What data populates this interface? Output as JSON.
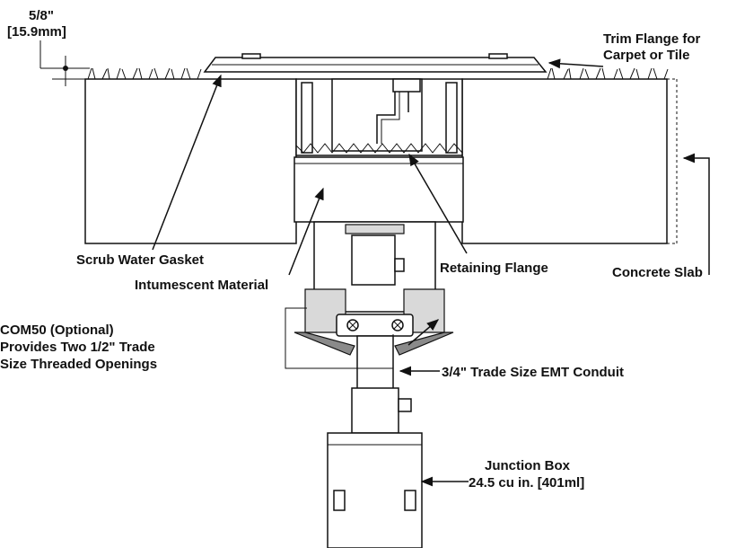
{
  "labels": {
    "dimension_line1": "5/8\"",
    "dimension_line2": "[15.9mm]",
    "trim_flange_line1": "Trim Flange for",
    "trim_flange_line2": "Carpet or Tile",
    "scrub_water_gasket": "Scrub Water Gasket",
    "intumescent_material": "Intumescent Material",
    "retaining_flange": "Retaining Flange",
    "concrete_slab": "Concrete Slab",
    "com50_line1": "COM50 (Optional)",
    "com50_line2": "Provides Two 1/2\" Trade",
    "com50_line3": "Size Threaded Openings",
    "emt_conduit": "3/4\" Trade Size EMT Conduit",
    "junction_box_line1": "Junction Box",
    "junction_box_line2": "24.5 cu in. [401ml]"
  },
  "colors": {
    "line": "#111111",
    "fill_light": "#d9d9d9",
    "fill_dark": "#8a8a8a"
  }
}
